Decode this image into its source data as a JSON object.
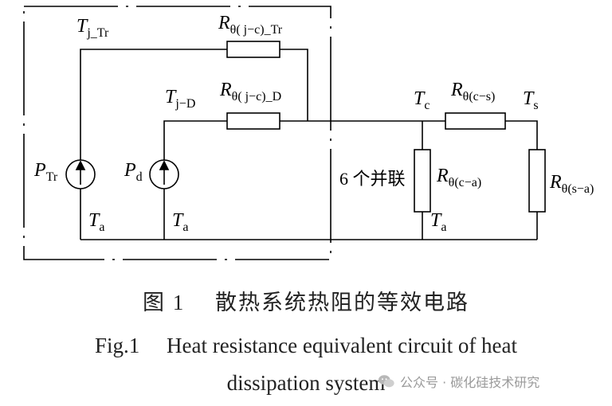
{
  "diagram": {
    "labels": {
      "tj_tr_main": "T",
      "tj_tr_sub": "j_Tr",
      "rjc_tr_main": "R",
      "rjc_tr_sub": "θ( j−c)_Tr",
      "tj_d_main": "T",
      "tj_d_sub": "j−D",
      "rjc_d_main": "R",
      "rjc_d_sub": "θ( j−c)_D",
      "tc_main": "T",
      "tc_sub": "c",
      "rcs_main": "R",
      "rcs_sub": "θ(c−s)",
      "ts_main": "T",
      "ts_sub": "s",
      "ptr_main": "P",
      "ptr_sub": "Tr",
      "pd_main": "P",
      "pd_sub": "d",
      "ta1_main": "T",
      "ta1_sub": "a",
      "ta2_main": "T",
      "ta2_sub": "a",
      "ta3_main": "T",
      "ta3_sub": "a",
      "rca_main": "R",
      "rca_sub": "θ(c−a)",
      "rsa_main": "R",
      "rsa_sub": "θ(s−a)",
      "parallel_note": "6 个并联"
    }
  },
  "caption": {
    "cn": "图 1　 散热系统热阻的等效电路",
    "en_line1": "Fig.1　 Heat resistance equivalent circuit of heat",
    "en_line2": "dissipation system"
  },
  "watermark": {
    "text": "公众号 · 碳化硅技术研究"
  },
  "colors": {
    "line": "#000000",
    "caption": "#222222",
    "watermark": "#9a9a9a"
  }
}
